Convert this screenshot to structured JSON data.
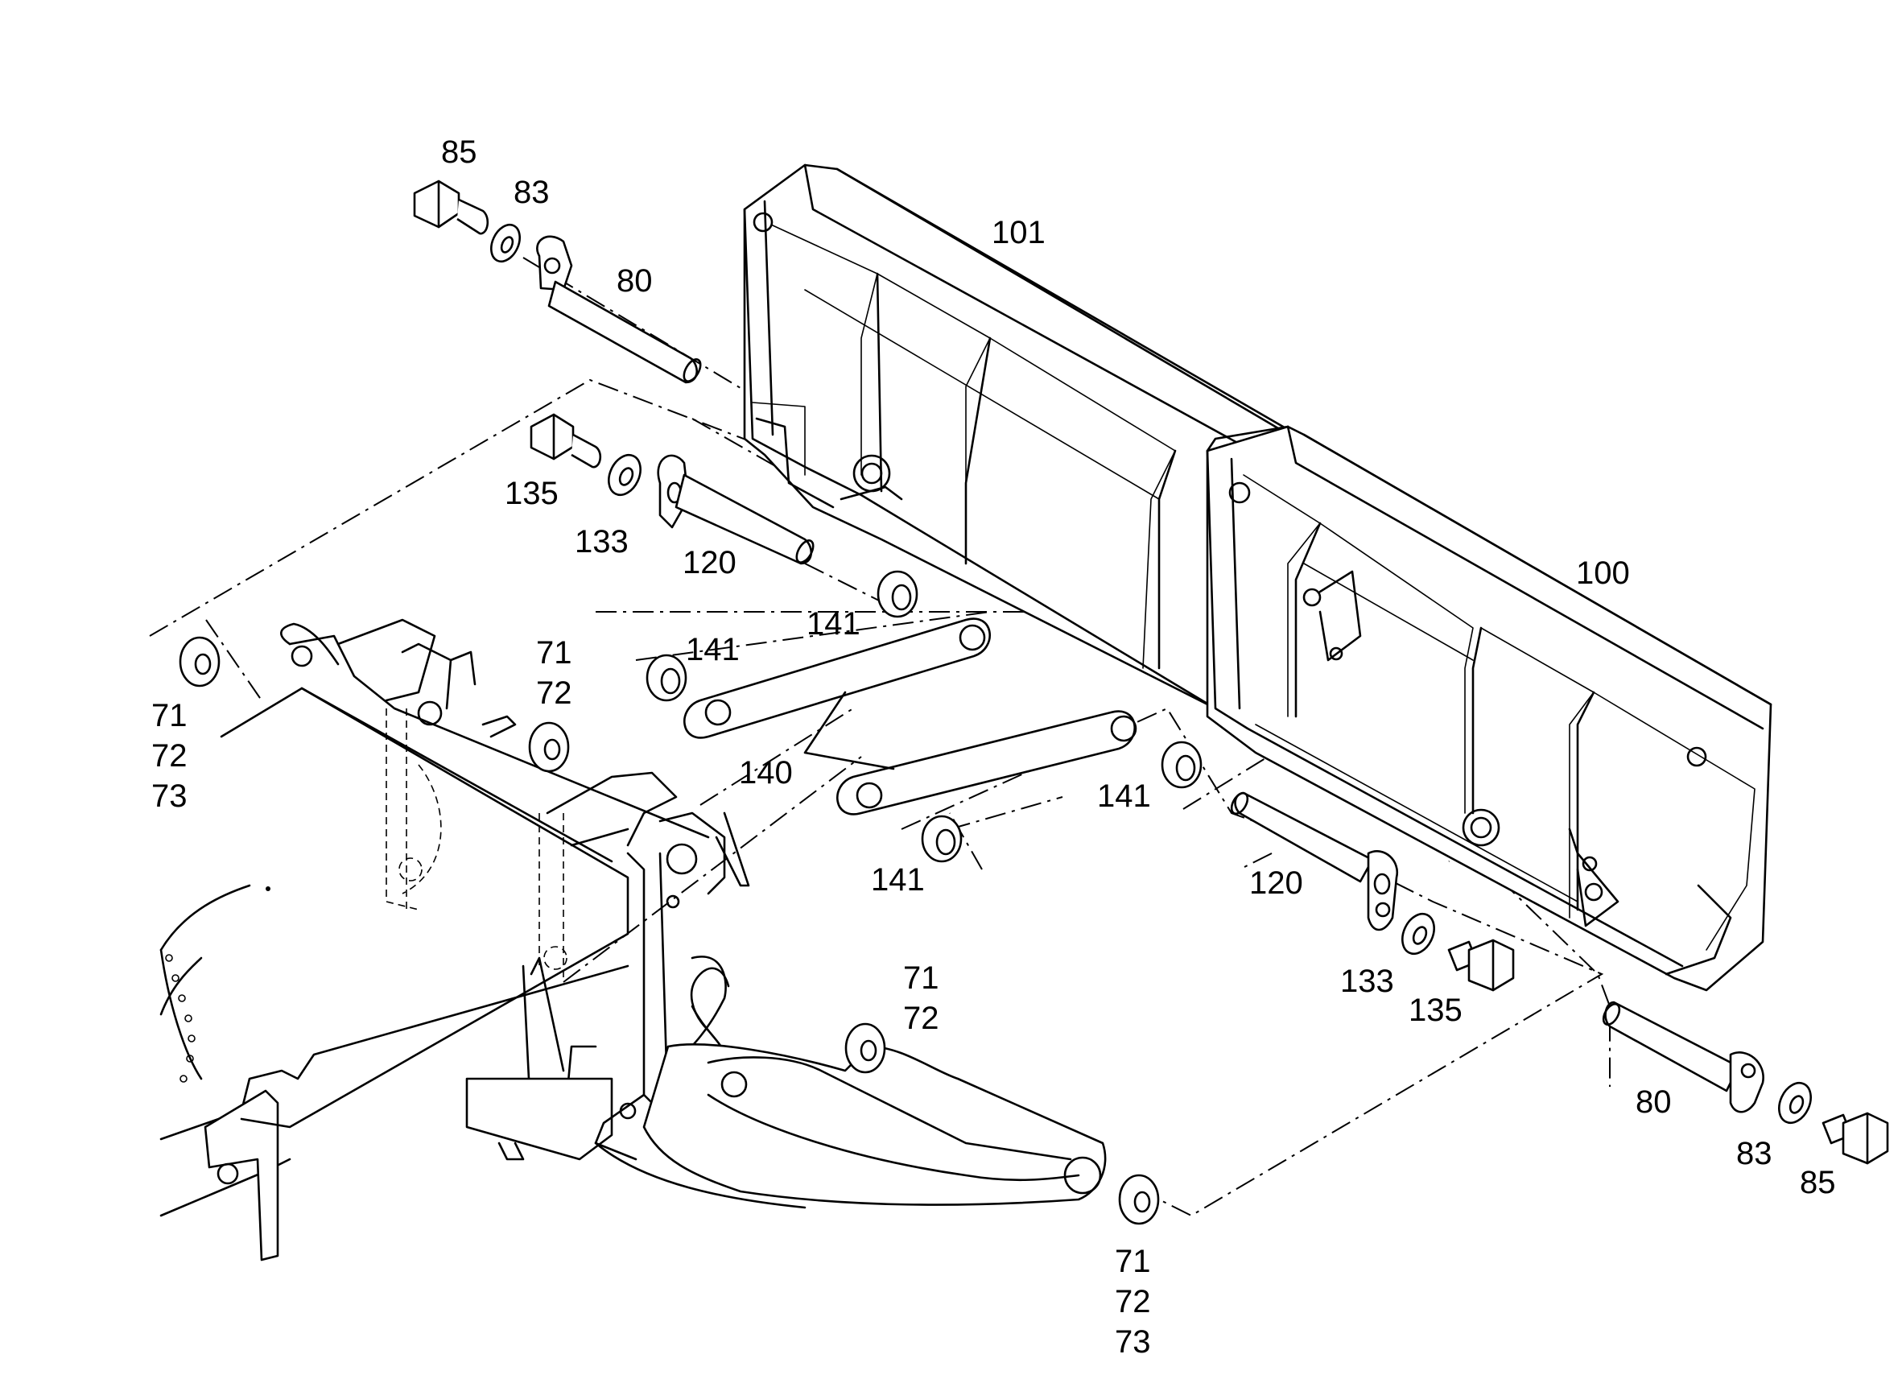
{
  "labels": {
    "p85_top": "85",
    "p83_top": "83",
    "p80_top": "80",
    "p101": "101",
    "p100": "100",
    "p135_top": "135",
    "p133_top": "133",
    "p120_top": "120",
    "p141_a": "141",
    "p141_b": "141",
    "p141_c": "141",
    "p141_d": "141",
    "p140": "140",
    "p71_left": "71",
    "p72_left": "72",
    "p73_left": "73",
    "p71_mid": "71",
    "p72_mid": "72",
    "p71_low": "71",
    "p72_low": "72",
    "p71_bot": "71",
    "p72_bot": "72",
    "p73_bot": "73",
    "p120_right": "120",
    "p133_right": "133",
    "p135_right": "135",
    "p80_right": "80",
    "p83_right": "83",
    "p85_right": "85"
  },
  "icons": {
    "blade_101": "dozer-blade-left-section",
    "blade_100": "dozer-blade-right-section",
    "frame": "undercarriage-frame",
    "bolt": "hex-bolt",
    "washer": "flat-washer",
    "pin": "pivot-pin",
    "bushing": "bushing",
    "link": "push-link"
  }
}
